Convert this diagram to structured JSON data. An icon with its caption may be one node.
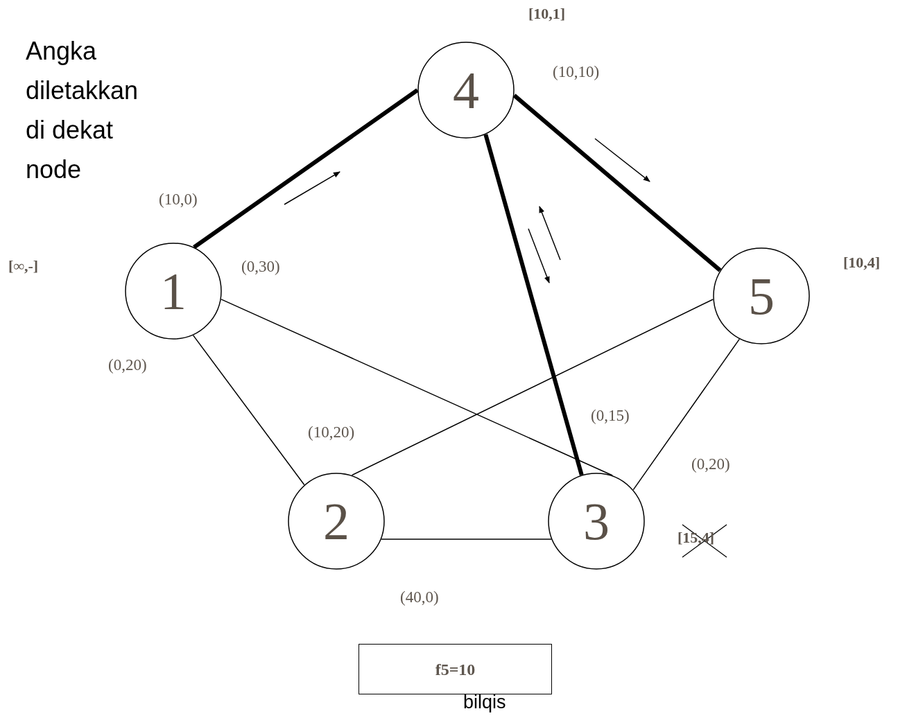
{
  "diagram": {
    "nodes": [
      {
        "text": [
          "1"
        ]
      },
      {
        "text": [
          "2"
        ]
      },
      {
        "text": [
          "3"
        ],
        "beside": [
          "[15,4]"
        ]
      },
      {
        "text": [
          "4"
        ],
        "beside": [
          "[10,1]"
        ]
      },
      {
        "text": [
          "5"
        ],
        "beside": [
          "[10,4]"
        ]
      },
      {
        "text": [
          "f5=10"
        ]
      }
    ],
    "edges": [
      {
        "from": 0,
        "to": 3,
        "arrow": "none",
        "style": "thick"
      },
      {
        "from": 3,
        "to": 4,
        "arrow": "none",
        "style": "thick"
      },
      {
        "from": 3,
        "to": 2,
        "arrow": "none",
        "style": "thick"
      },
      {
        "from": 0,
        "to": 1,
        "arrow": "none"
      },
      {
        "from": 0,
        "to": 2,
        "arrow": "none"
      },
      {
        "from": 1,
        "to": 4,
        "arrow": "none"
      },
      {
        "from": 1,
        "to": 2,
        "arrow": "none"
      },
      {
        "from": 4,
        "to": 2,
        "arrow": "none"
      }
    ],
    "labels": [
      "Angka diletakkan di dekat node",
      "(10,10)",
      "(10,0)",
      "[∞,-]",
      "(0,30)",
      "(0,20)",
      "(0,15)",
      "(10,20)",
      "(0,20)",
      "(40,0)",
      "bilqis"
    ]
  }
}
